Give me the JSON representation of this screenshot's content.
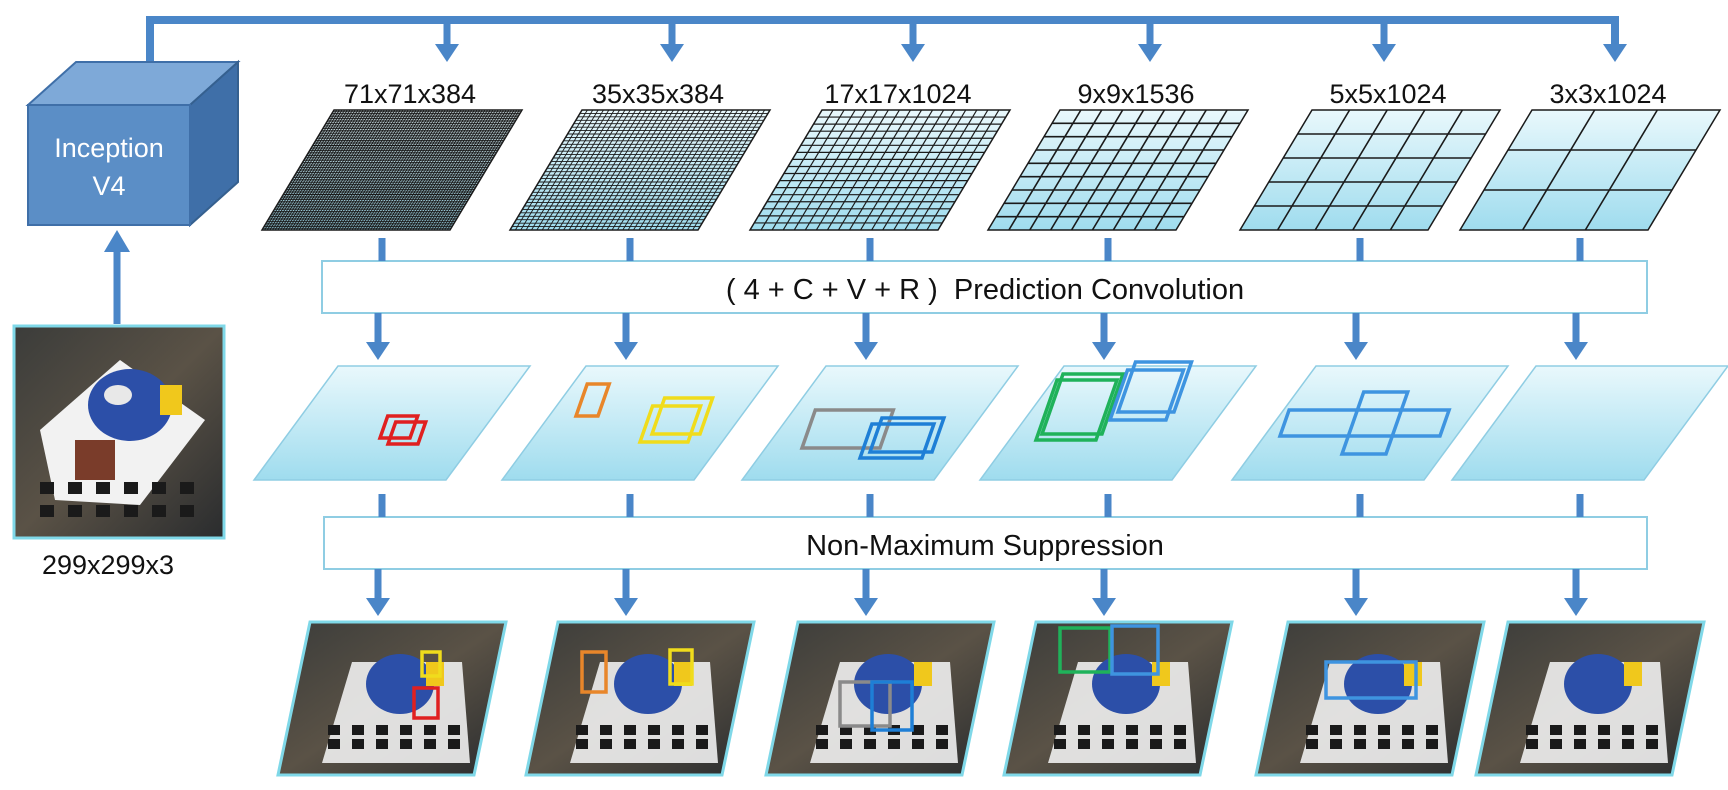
{
  "backbone": {
    "line1": "Inception",
    "line2": "V4"
  },
  "input_label": "299x299x3",
  "feature_maps": [
    {
      "label": "71x71x384",
      "grid": 71
    },
    {
      "label": "35x35x384",
      "grid": 35
    },
    {
      "label": "17x17x1024",
      "grid": 17
    },
    {
      "label": "9x9x1536",
      "grid": 9
    },
    {
      "label": "5x5x1024",
      "grid": 5
    },
    {
      "label": "3x3x1024",
      "grid": 3
    }
  ],
  "prediction_label": "( 4 + C + V + R )  Prediction Convolution",
  "nms_label": "Non-Maximum Suppression",
  "detection_colors": [
    "#e02020",
    "#f0dc1c",
    "#1e7fd6",
    "#1fb25a",
    "#3e94e0",
    "#e8862a",
    "#8a8a8a"
  ],
  "colors": {
    "arrow": "#4a86c8",
    "box_fill": "#5b8ec6",
    "plane_fill": "#cdeff8",
    "plane_edge": "#8fcde3"
  }
}
